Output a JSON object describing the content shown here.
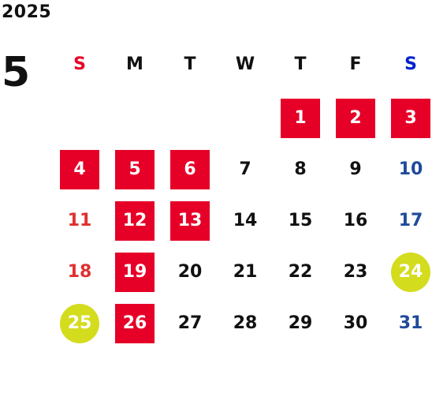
{
  "year": "2025",
  "month": "5",
  "weekdays": [
    {
      "label": "S",
      "color": "#e60028"
    },
    {
      "label": "M",
      "color": "#111111"
    },
    {
      "label": "T",
      "color": "#111111"
    },
    {
      "label": "W",
      "color": "#111111"
    },
    {
      "label": "T",
      "color": "#111111"
    },
    {
      "label": "F",
      "color": "#111111"
    },
    {
      "label": "S",
      "color": "#0022cc"
    }
  ],
  "days": [
    {
      "label": "1",
      "style": "red"
    },
    {
      "label": "2",
      "style": "red"
    },
    {
      "label": "3",
      "style": "red"
    },
    {
      "label": "4",
      "style": "red"
    },
    {
      "label": "5",
      "style": "red"
    },
    {
      "label": "6",
      "style": "red"
    },
    {
      "label": "7",
      "style": "normal"
    },
    {
      "label": "8",
      "style": "normal"
    },
    {
      "label": "9",
      "style": "normal"
    },
    {
      "label": "10",
      "style": "sat"
    },
    {
      "label": "11",
      "style": "sun"
    },
    {
      "label": "12",
      "style": "red"
    },
    {
      "label": "13",
      "style": "red"
    },
    {
      "label": "14",
      "style": "normal"
    },
    {
      "label": "15",
      "style": "normal"
    },
    {
      "label": "16",
      "style": "normal"
    },
    {
      "label": "17",
      "style": "sat"
    },
    {
      "label": "18",
      "style": "sun"
    },
    {
      "label": "19",
      "style": "red"
    },
    {
      "label": "20",
      "style": "normal"
    },
    {
      "label": "21",
      "style": "normal"
    },
    {
      "label": "22",
      "style": "normal"
    },
    {
      "label": "23",
      "style": "normal"
    },
    {
      "label": "24",
      "style": "ring"
    },
    {
      "label": "25",
      "style": "ring"
    },
    {
      "label": "26",
      "style": "red"
    },
    {
      "label": "27",
      "style": "normal"
    },
    {
      "label": "28",
      "style": "normal"
    },
    {
      "label": "29",
      "style": "normal"
    },
    {
      "label": "30",
      "style": "normal"
    },
    {
      "label": "31",
      "style": "sat"
    }
  ],
  "colors": {
    "highlight_red": "#e60028",
    "highlight_ring": "#d4dc1e",
    "sunday_text": "#e03030",
    "saturday_text": "#1f4a9a"
  }
}
